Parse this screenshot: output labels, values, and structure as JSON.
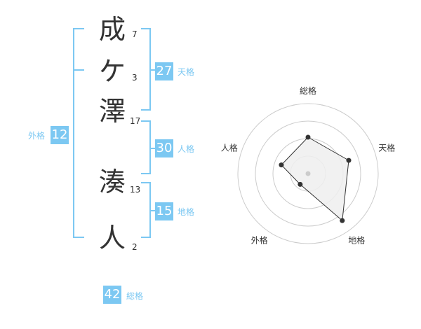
{
  "characters": [
    {
      "char": "成",
      "strokes": "7"
    },
    {
      "char": "ケ",
      "strokes": "3"
    },
    {
      "char": "澤",
      "strokes": "17"
    },
    {
      "char": "湊",
      "strokes": "13"
    },
    {
      "char": "人",
      "strokes": "2"
    }
  ],
  "fortune": {
    "tenkaku": {
      "value": "27",
      "label": "天格"
    },
    "jinkaku": {
      "value": "30",
      "label": "人格"
    },
    "chikaku": {
      "value": "15",
      "label": "地格"
    },
    "gaikaku": {
      "value": "12",
      "label": "外格"
    },
    "soukaku": {
      "value": "42",
      "label": "総格"
    }
  },
  "radar": {
    "axes": [
      "総格",
      "天格",
      "地格",
      "外格",
      "人格"
    ],
    "values": [
      0.52,
      0.61,
      0.83,
      0.19,
      0.4
    ],
    "colors": {
      "line": "#333333",
      "fill": "#eeeeee",
      "ring": "#cccccc",
      "center": "#cccccc"
    }
  }
}
